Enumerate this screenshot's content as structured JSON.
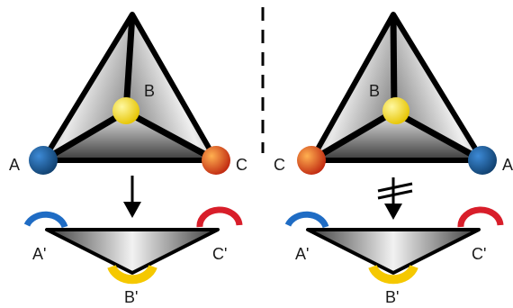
{
  "left_panel": {
    "apex_label": "B",
    "left_label": "A",
    "right_label": "C",
    "arrow": "arrow-down-icon",
    "site_left_label": "A'",
    "site_right_label": "C'",
    "site_bottom_label": "B'"
  },
  "right_panel": {
    "apex_label": "B",
    "left_label": "C",
    "right_label": "A",
    "arrow": "blocked-arrow-down-icon",
    "site_left_label": "A'",
    "site_right_label": "C'",
    "site_bottom_label": "B'"
  },
  "colors": {
    "A": "#1f5fa8",
    "B": "#f2d21a",
    "C": "#e0502a",
    "site_left": "#1f6cc4",
    "site_right": "#d81e2a",
    "site_bottom": "#f5c800"
  }
}
